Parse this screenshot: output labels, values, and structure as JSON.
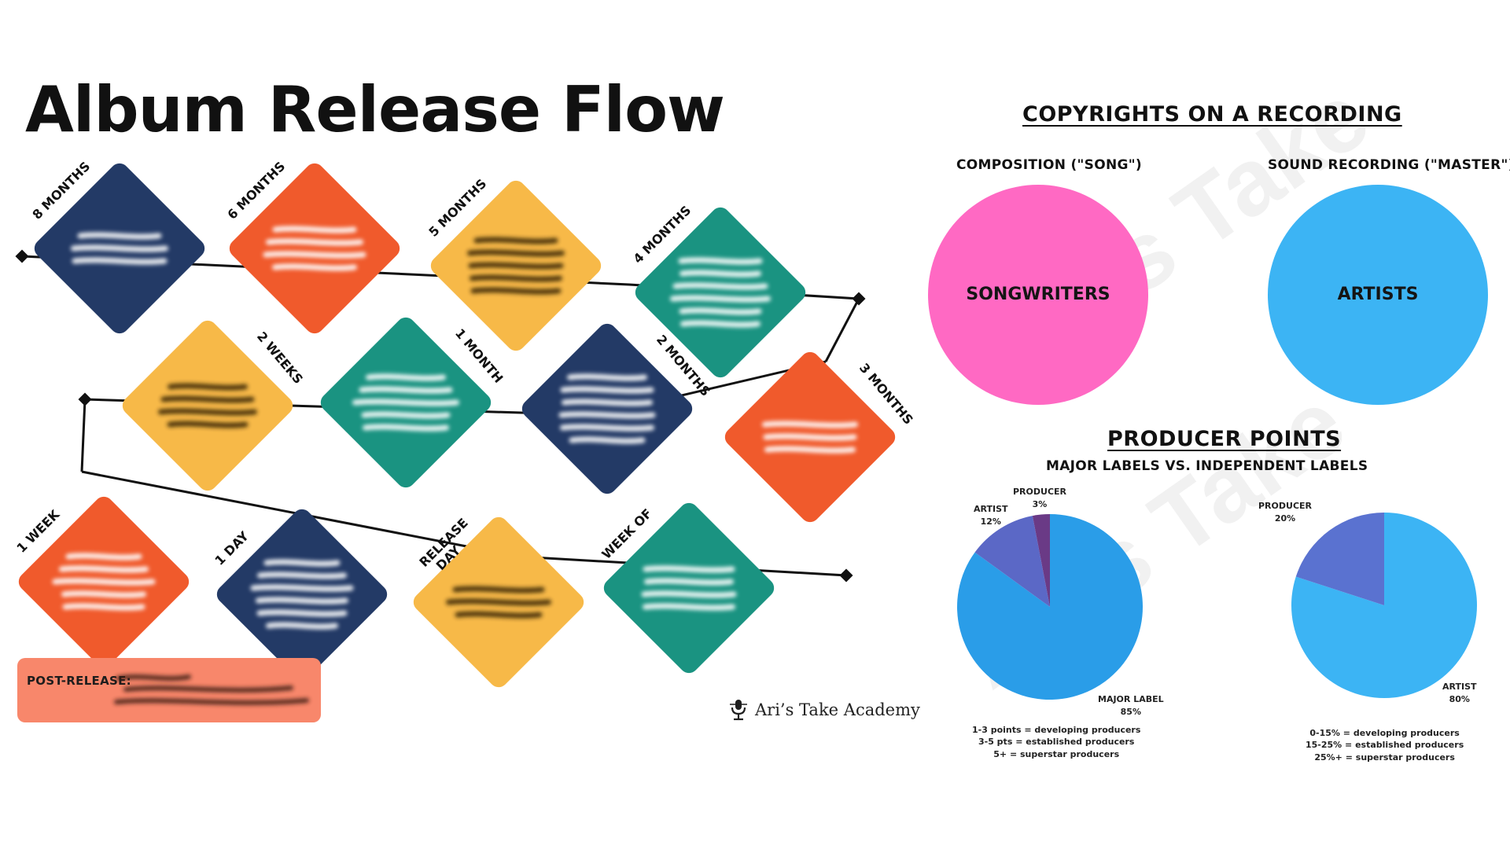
{
  "title": "Album Release Flow",
  "timeline": {
    "rows": [
      [
        {
          "label": "8 MONTHS",
          "color": "#233a66",
          "ink": "#ffffff"
        },
        {
          "label": "6 MONTHS",
          "color": "#f05a2c",
          "ink": "#ffffff"
        },
        {
          "label": "5 MONTHS",
          "color": "#f7b948",
          "ink": "#2b1d05"
        },
        {
          "label": "4 MONTHS",
          "color": "#1a9381",
          "ink": "#ffffff"
        }
      ],
      [
        {
          "label": "2 WEEKS",
          "color": "#f7b948",
          "ink": "#2b1d05"
        },
        {
          "label": "1 MONTH",
          "color": "#1a9381",
          "ink": "#ffffff"
        },
        {
          "label": "2 MONTHS",
          "color": "#233a66",
          "ink": "#ffffff"
        },
        {
          "label": "3 MONTHS",
          "color": "#f05a2c",
          "ink": "#ffffff"
        }
      ],
      [
        {
          "label": "1 WEEK",
          "color": "#f05a2c",
          "ink": "#ffffff"
        },
        {
          "label": "1 DAY",
          "color": "#233a66",
          "ink": "#ffffff"
        },
        {
          "label": "RELEASE DAY",
          "color": "#f7b948",
          "ink": "#2b1d05"
        },
        {
          "label": "WEEK OF",
          "color": "#1a9381",
          "ink": "#ffffff"
        }
      ]
    ]
  },
  "post_release": {
    "label": "POST-RELEASE:"
  },
  "brand": {
    "name": "Ari’s Take Academy",
    "icon": "microphone-icon"
  },
  "copyrights": {
    "title": "COPYRIGHTS ON A RECORDING",
    "composition": {
      "subtitle": "COMPOSITION (\"SONG\")",
      "label": "SONGWRITERS",
      "color": "#ff69c3"
    },
    "sound_recording": {
      "subtitle": "SOUND RECORDING (\"MASTER\")",
      "label": "ARTISTS",
      "color": "#3cb4f4"
    }
  },
  "producer_points": {
    "title": "PRODUCER POINTS",
    "subtitle": "MAJOR LABELS VS. INDEPENDENT LABELS",
    "major": {
      "labels": {
        "producer": [
          "PRODUCER",
          "3%"
        ],
        "artist": [
          "ARTIST",
          "12%"
        ],
        "major_label": [
          "MAJOR LABEL",
          "85%"
        ]
      },
      "notes": [
        "1-3 points = developing producers",
        "3-5 pts = established producers",
        "5+ = superstar producers"
      ]
    },
    "independent": {
      "labels": {
        "producer": [
          "PRODUCER",
          "20%"
        ],
        "artist": [
          "ARTIST",
          "80%"
        ]
      },
      "notes": [
        "0-15% = developing producers",
        "15-25% = established producers",
        "25%+ = superstar producers"
      ]
    }
  },
  "chart_data": [
    {
      "type": "pie",
      "slices": [
        {
          "label": "MAJOR LABEL",
          "value": 85,
          "color": "#2a9de8"
        },
        {
          "label": "ARTIST",
          "value": 12,
          "color": "#5b68c6"
        },
        {
          "label": "PRODUCER",
          "value": 3,
          "color": "#6a3a86"
        }
      ]
    },
    {
      "type": "pie",
      "slices": [
        {
          "label": "ARTIST",
          "value": 80,
          "color": "#3cb4f4"
        },
        {
          "label": "PRODUCER",
          "value": 20,
          "color": "#5a72d0"
        }
      ]
    }
  ],
  "watermark": {
    "text": "Ari's Take",
    "color": "#eeeeee"
  }
}
